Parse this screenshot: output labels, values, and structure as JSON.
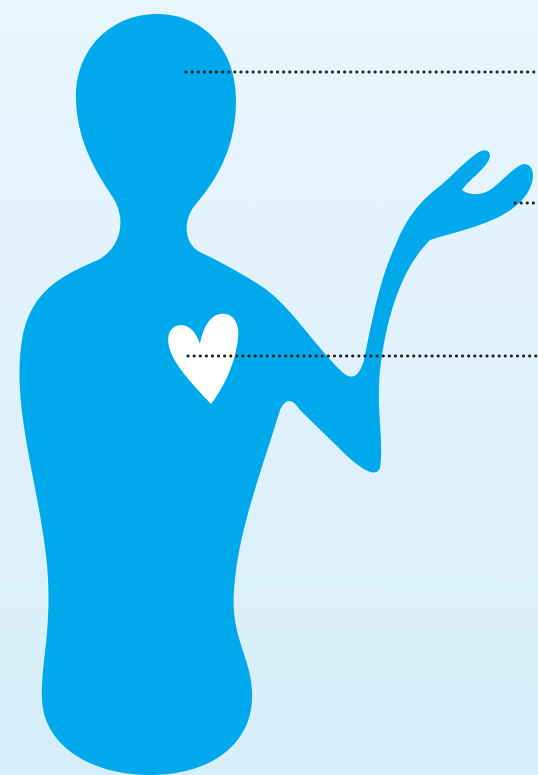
{
  "figure": {
    "background_color": "#e3f3fb",
    "silhouette_color": "#00a9ec",
    "heart_color": "#ffffff",
    "leader_line_color": "#222222"
  },
  "leader_lines": [
    {
      "target": "head",
      "label": ""
    },
    {
      "target": "hand",
      "label": ""
    },
    {
      "target": "heart",
      "label": ""
    }
  ]
}
